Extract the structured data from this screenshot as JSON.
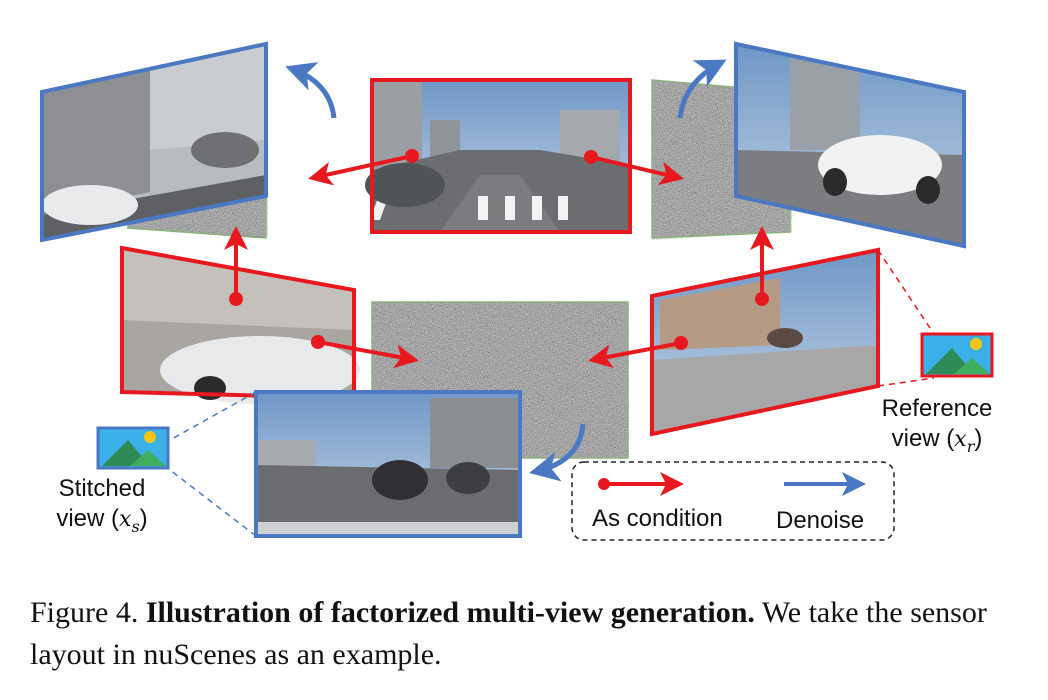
{
  "figure": {
    "labels": {
      "stitched_line1": "Stitched",
      "stitched_line2_prefix": "view (",
      "stitched_symbol": "x",
      "stitched_sub": "s",
      "stitched_suffix": ")",
      "reference_line1": "Reference",
      "reference_line2_prefix": "view (",
      "reference_symbol": "x",
      "reference_sub": "r",
      "reference_suffix": ")"
    },
    "legend": {
      "condition_label": "As condition",
      "denoise_label": "Denoise"
    },
    "colors": {
      "condition": "#e8191e",
      "denoise": "#4a78c2",
      "noise_border": "#8ab37a"
    }
  },
  "caption": {
    "prefix": "Figure 4.",
    "bold": "Illustration of factorized multi-view generation.",
    "rest": " We take the sensor layout in nuScenes as an example."
  }
}
